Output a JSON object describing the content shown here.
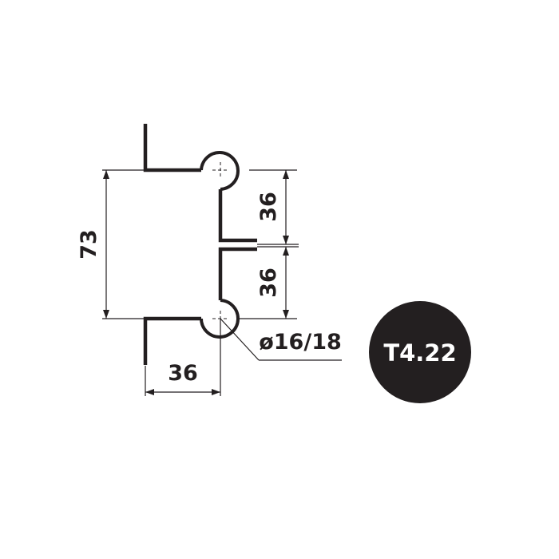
{
  "dimensions": {
    "overall_height": "73",
    "upper_segment": "36",
    "lower_segment": "36",
    "horizontal_width": "36",
    "hinge_diameter": "ø16/18"
  },
  "badge": {
    "code": "T4.22",
    "fill_color": "#231f20",
    "text_color": "#ffffff"
  },
  "line_color": "#231f20"
}
